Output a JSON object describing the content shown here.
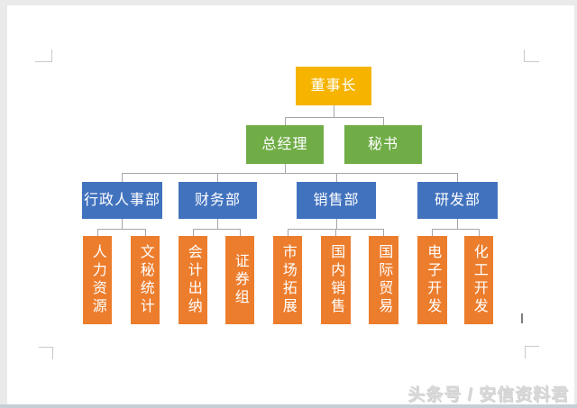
{
  "page": {
    "watermark": "头条号 / 安信资料君"
  },
  "colors": {
    "chairman_yellow": "#f6b400",
    "manager_green": "#70ad47",
    "department_blue": "#4172be",
    "team_orange": "#ec7d2d",
    "connector_gray": "#a6a6a6",
    "boundary_mark_gray": "#c9c9c9",
    "watermark_gray": "#d8d8d8"
  },
  "org": {
    "root": {
      "label": "董事长"
    },
    "level2": [
      {
        "label": "总经理"
      },
      {
        "label": "秘书"
      }
    ],
    "departments": [
      {
        "label": "行政人事部",
        "children": [
          "人力资源",
          "文秘统计"
        ]
      },
      {
        "label": "财务部",
        "children": [
          "会计出纳",
          "证券组"
        ]
      },
      {
        "label": "销售部",
        "children": [
          "市场拓展",
          "国内销售",
          "国际贸易"
        ]
      },
      {
        "label": "研发部",
        "children": [
          "电子开发",
          "化工开发"
        ]
      }
    ]
  }
}
